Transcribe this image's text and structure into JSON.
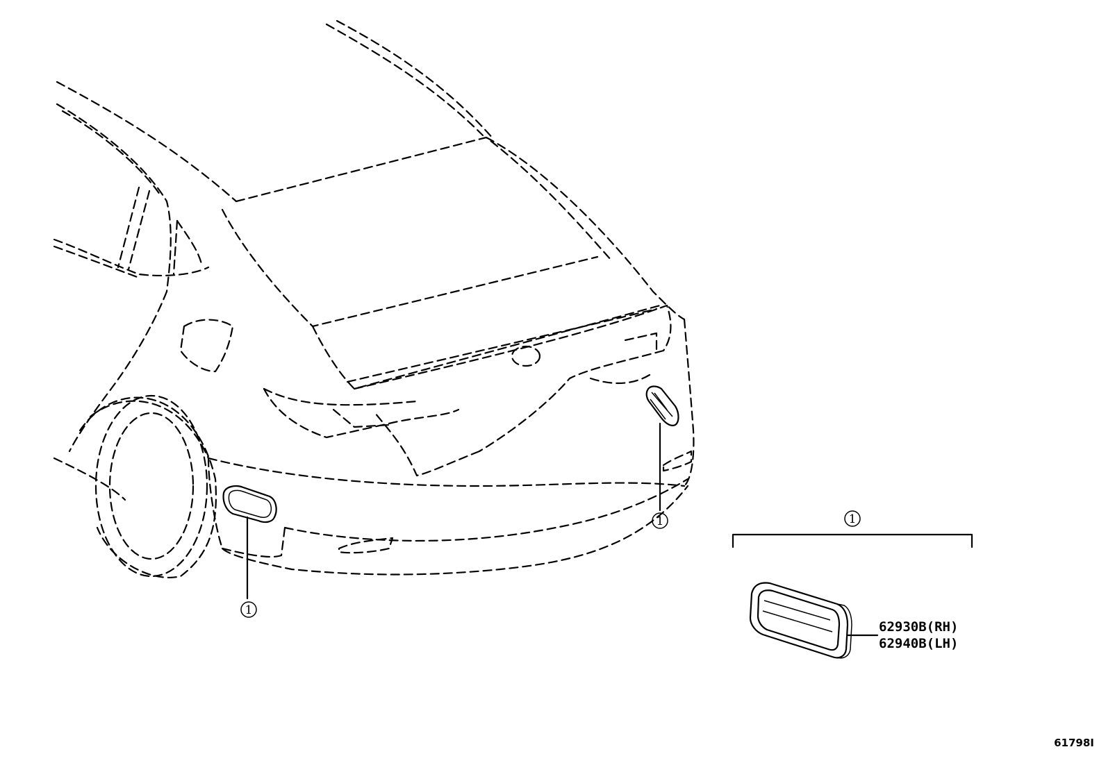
{
  "callout_mark": "1",
  "parts": [
    {
      "part_number": "62930B(RH)"
    },
    {
      "part_number": "62940B(LH)"
    }
  ],
  "figure_id": "61798I"
}
